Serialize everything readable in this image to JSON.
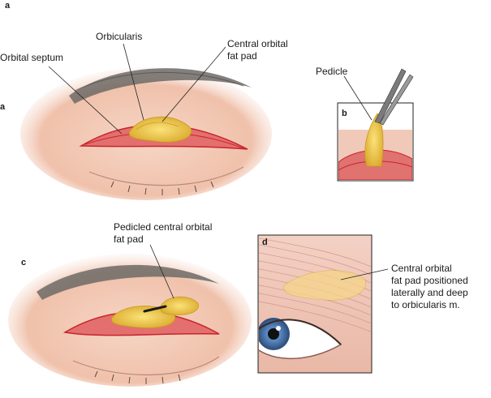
{
  "panels": {
    "a": "a",
    "a_side": "a",
    "b": "b",
    "c": "c",
    "d": "d"
  },
  "labels": {
    "orbital_septum": "Orbital septum",
    "orbicularis": "Orbicularis",
    "central_fat_pad_1": "Central orbital",
    "central_fat_pad_2": "fat pad",
    "pedicle": "Pedicle",
    "pedicled_1": "Pedicled central orbital",
    "pedicled_2": "fat pad",
    "positioned_1": "Central orbital",
    "positioned_2": "fat pad positioned",
    "positioned_3": "laterally and deep",
    "positioned_4": "to orbicularis m."
  },
  "colors": {
    "skin": "#f3c9b5",
    "skin_dark": "#e2a48d",
    "incision": "#d8323a",
    "fat": "#f2cf52",
    "fat_dark": "#d9a92a",
    "brow": "#6d6a66",
    "iris": "#4f7fb8"
  }
}
